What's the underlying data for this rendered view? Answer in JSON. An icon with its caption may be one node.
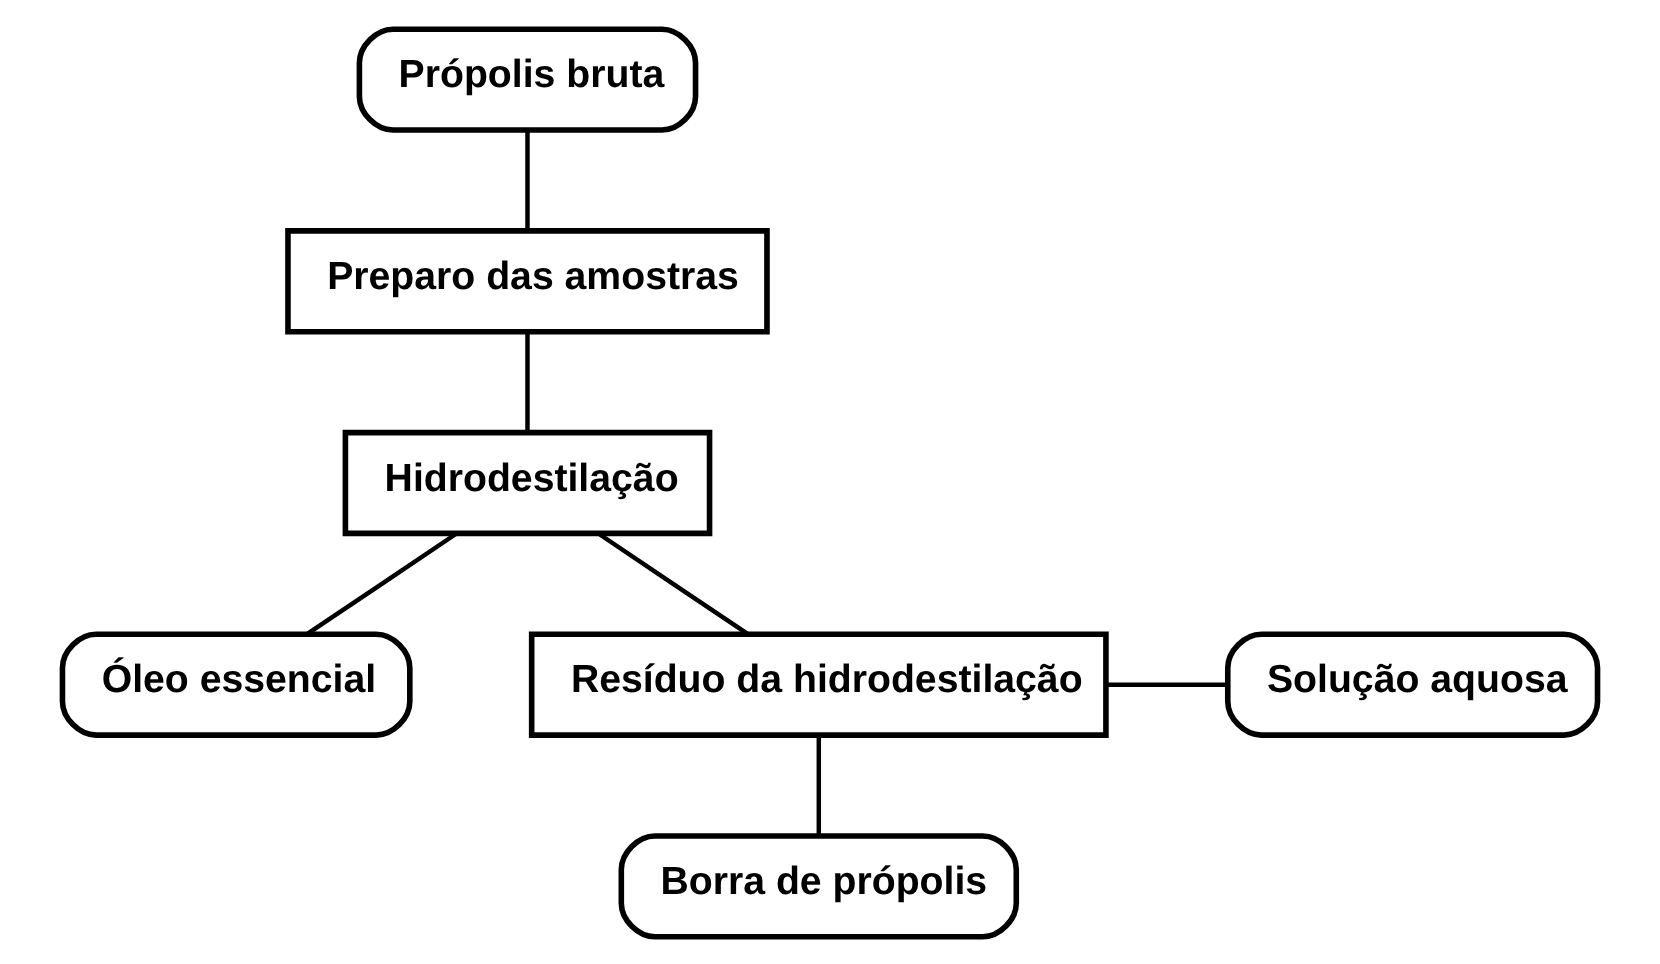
{
  "diagram": {
    "nodes": [
      {
        "text": [
          "Própolis bruta"
        ]
      },
      {
        "text": [
          "Preparo das amostras"
        ]
      },
      {
        "text": [
          "Hidrodestilação"
        ]
      },
      {
        "text": [
          "Óleo essencial"
        ]
      },
      {
        "text": [
          "Resíduo da hidrodestilação"
        ]
      },
      {
        "text": [
          "Solução aquosa"
        ]
      },
      {
        "text": [
          "Borra de própolis"
        ]
      }
    ],
    "edges": [
      {
        "from": 0,
        "to": 1,
        "arrow": "none"
      },
      {
        "from": 1,
        "to": 2,
        "arrow": "none"
      },
      {
        "from": 2,
        "to": 3,
        "arrow": "none"
      },
      {
        "from": 2,
        "to": 4,
        "arrow": "none"
      },
      {
        "from": 4,
        "to": 5,
        "arrow": "none"
      },
      {
        "from": 4,
        "to": 6,
        "arrow": "none"
      }
    ]
  }
}
